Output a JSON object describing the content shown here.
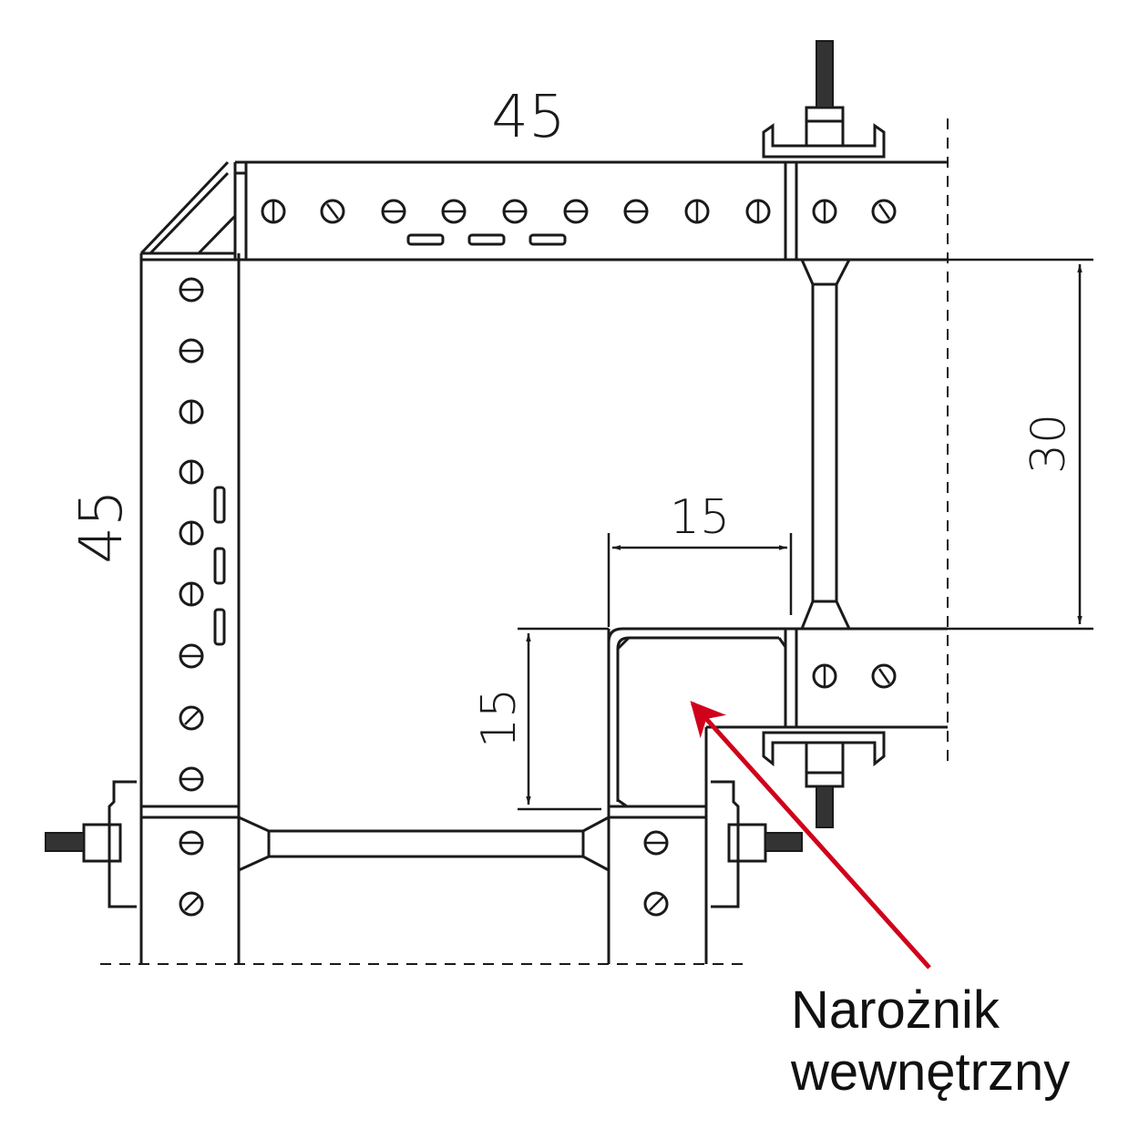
{
  "dimensions": {
    "top_width": "45",
    "left_height": "45",
    "right_height": "30",
    "inner_width": "15",
    "inner_height": "15"
  },
  "callout": {
    "line1": "Narożnik",
    "line2": "wewnętrzny",
    "color": "#d0021b"
  },
  "colors": {
    "line": "#1a1a1a",
    "hole_fill": "#ffffff"
  }
}
